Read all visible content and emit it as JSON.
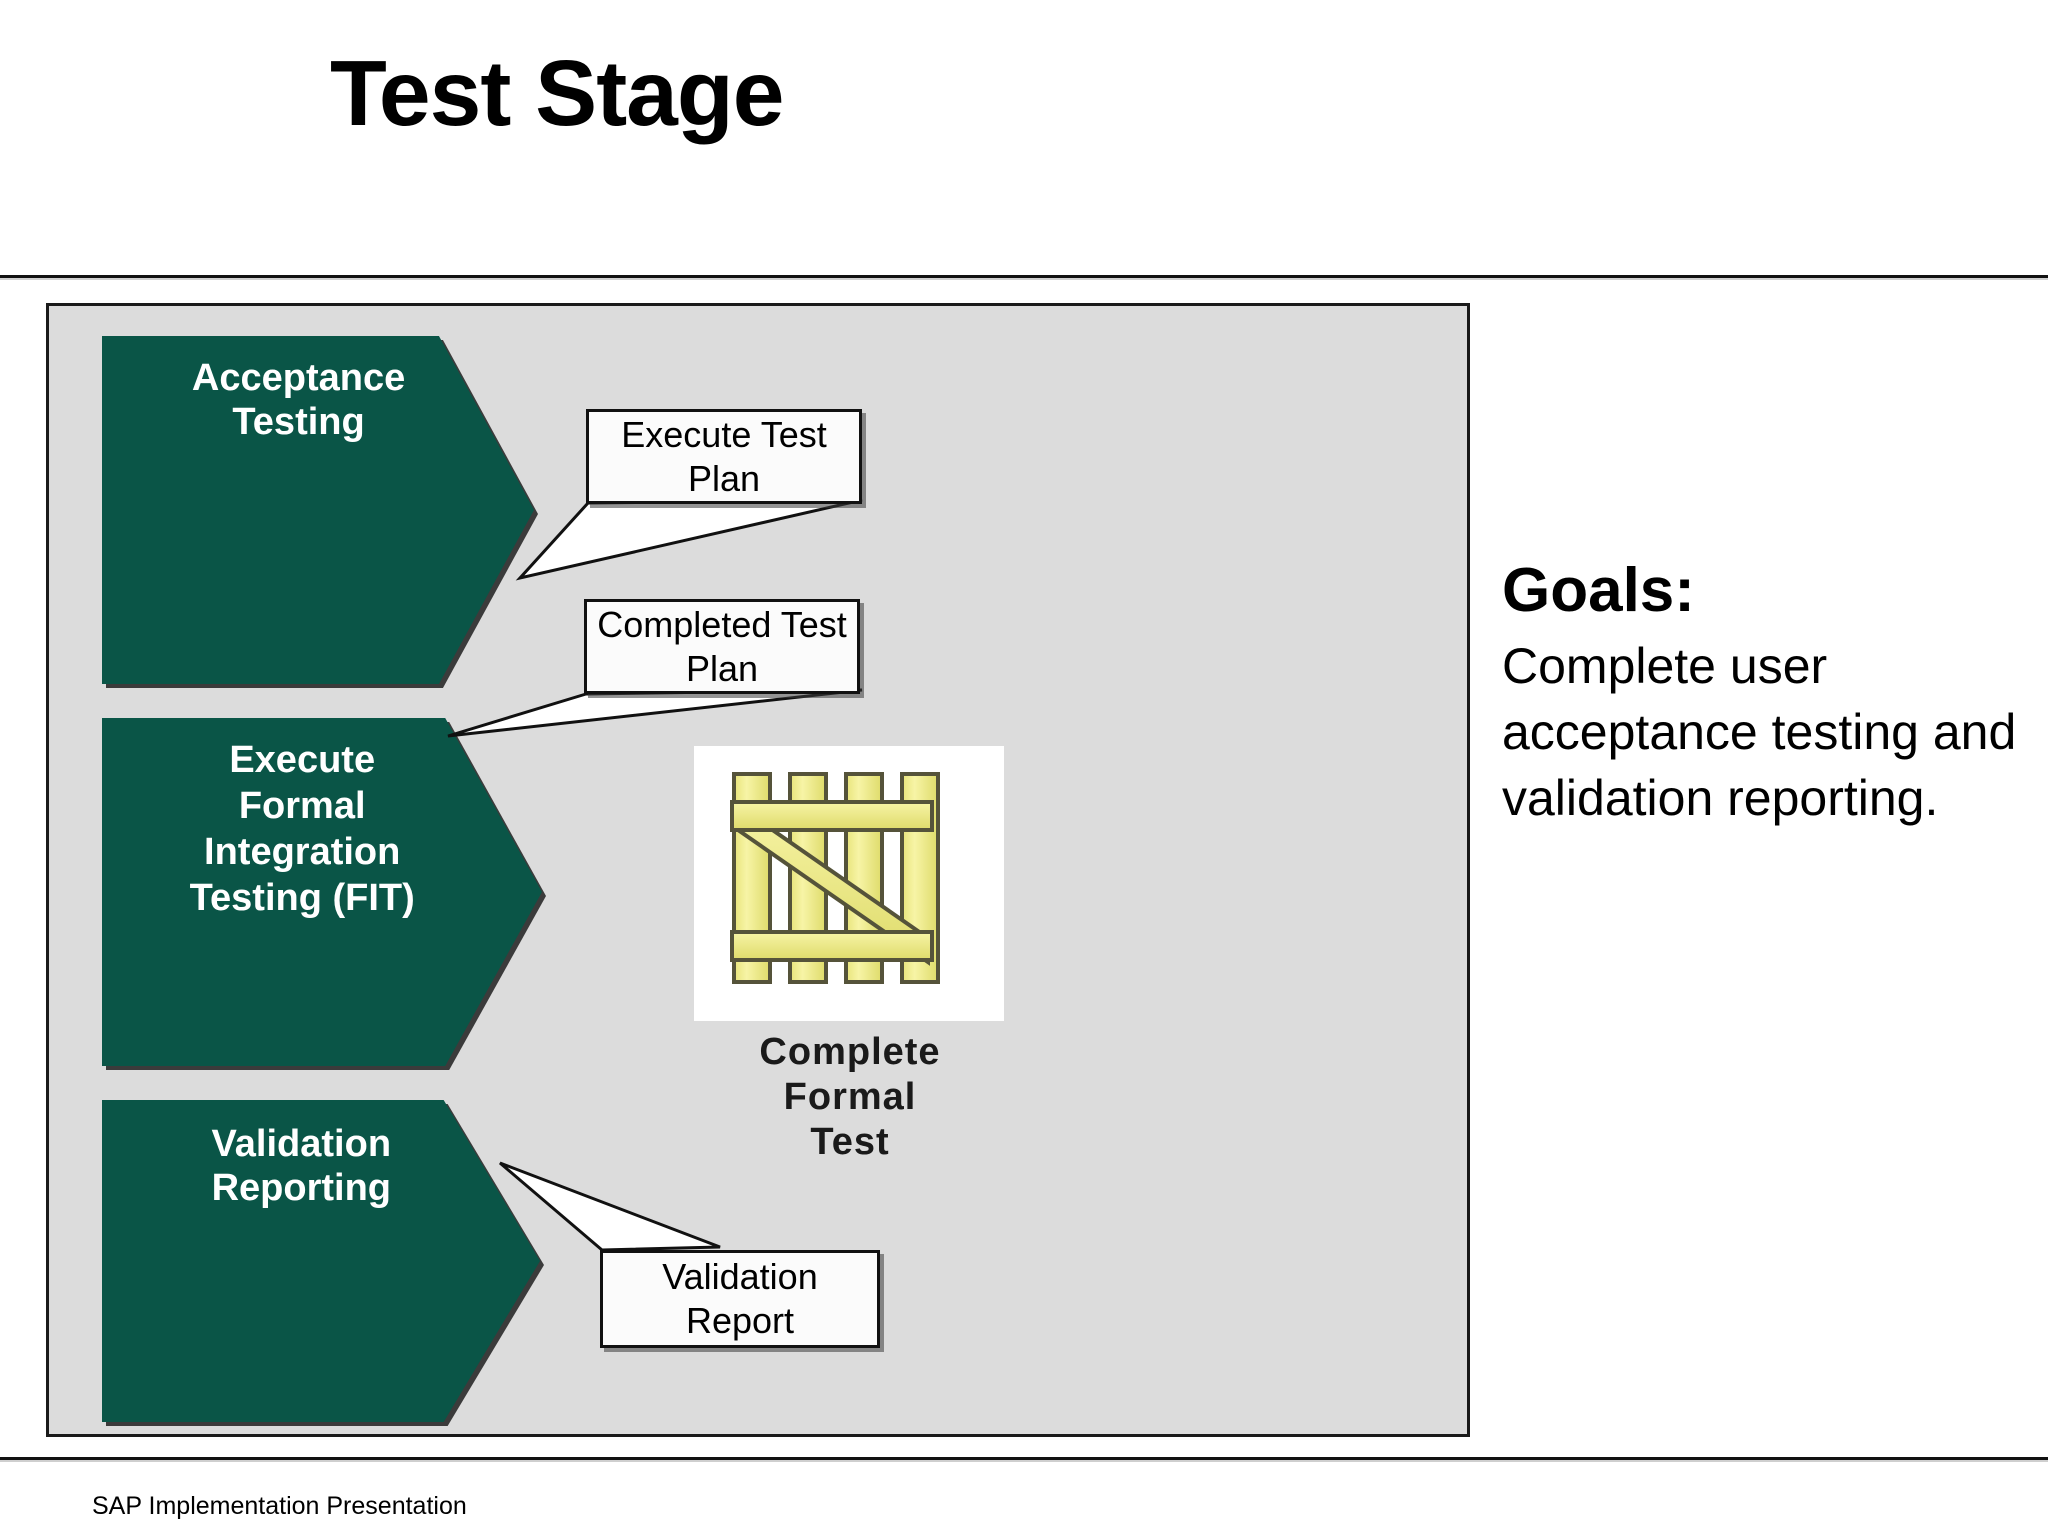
{
  "slide": {
    "title": "Test Stage",
    "footer": "SAP Implementation Presentation"
  },
  "colors": {
    "stage_green": "#0a5547",
    "panel_gray": "#dcdcdc",
    "callout_white": "#fbfbfb",
    "gate_yellow": "#f2f08a",
    "rule_black": "#111111"
  },
  "diagram": {
    "stages": [
      {
        "id": "acceptance",
        "label": "Acceptance\nTesting"
      },
      {
        "id": "fit",
        "label": "Execute\nFormal\nIntegration\nTesting (FIT)"
      },
      {
        "id": "validation",
        "label": "Validation\nReporting"
      }
    ],
    "callouts": [
      {
        "id": "execute-test-plan",
        "label": "Execute Test\nPlan"
      },
      {
        "id": "completed-test-plan",
        "label": "Completed Test\nPlan"
      },
      {
        "id": "validation-report",
        "label": "Validation\nReport"
      }
    ],
    "milestone": {
      "icon": "gate-fence-icon",
      "caption": "Complete\nFormal\nTest"
    }
  },
  "goals": {
    "heading": "Goals:",
    "body": "Complete user acceptance testing and validation reporting."
  }
}
